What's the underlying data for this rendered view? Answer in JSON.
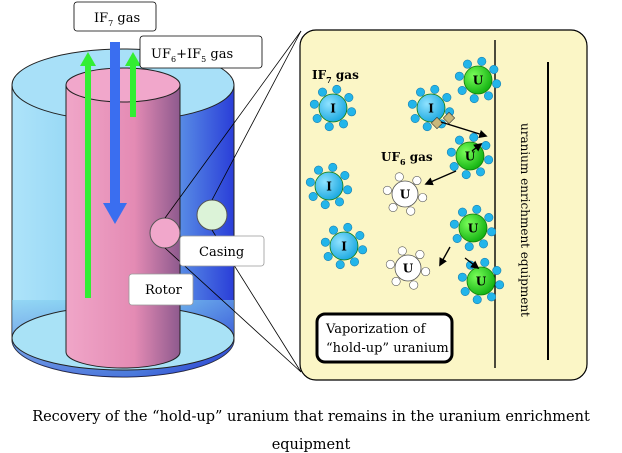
{
  "left_apparatus": {
    "label_if7_main": "IF",
    "label_if7_sub": "7",
    "label_if7_tail": " gas",
    "label_uf6_main": "UF",
    "label_uf6_sub": "6",
    "label_uf6_mid": "+IF",
    "label_uf6_sub2": "5",
    "label_uf6_tail": " gas",
    "casing_label": "Casing",
    "rotor_label": "Rotor"
  },
  "zoom_panel": {
    "if7_title_main": "IF",
    "if7_title_sub": "7",
    "if7_title_tail": " gas",
    "uf6_title_main": "UF",
    "uf6_title_sub": "6",
    "uf6_title_tail": " gas",
    "equipment_label": "uranium enrichment equipment",
    "vapor_box_line1": "Vaporization of",
    "vapor_box_line2": "“hold-up” uranium",
    "iodine_symbol": "I",
    "uranium_symbol": "U"
  },
  "caption": {
    "line1": "Recovery of the “hold-up” uranium that remains in the uranium enrichment",
    "line2": "equipment"
  },
  "colors": {
    "cylinder_blue": "#8fd0ee",
    "rotor_pink": "#e98fb6",
    "panel_fill": "#fbf6c6",
    "iodine_cyan": "#22b5ea",
    "uranium_green": "#14c814",
    "arrow_blue": "#3a6ef0",
    "arrow_green": "#33ee33"
  }
}
